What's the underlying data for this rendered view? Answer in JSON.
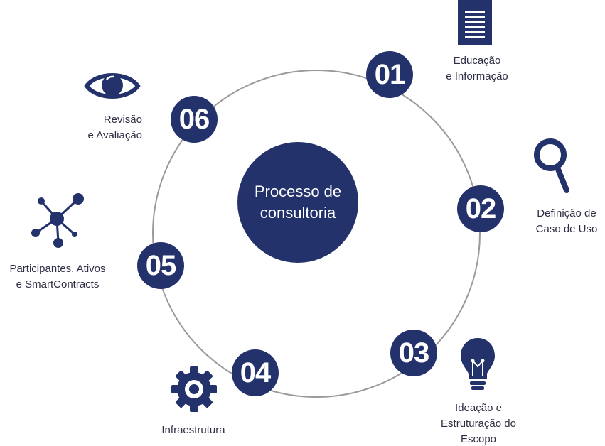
{
  "center": {
    "line1": "Processo de",
    "line2": "consultoria"
  },
  "steps": [
    {
      "number": "01",
      "line1": "Educação",
      "line2": "e Informação",
      "line3": "",
      "icon": "document-icon"
    },
    {
      "number": "02",
      "line1": "Definição de",
      "line2": "Caso de Uso",
      "line3": "",
      "icon": "magnifier-icon"
    },
    {
      "number": "03",
      "line1": "Ideação e",
      "line2": "Estruturação do",
      "line3": "Escopo",
      "icon": "lightbulb-icon"
    },
    {
      "number": "04",
      "line1": "Infraestrutura",
      "line2": "",
      "line3": "",
      "icon": "gear-icon"
    },
    {
      "number": "05",
      "line1": "Participantes, Ativos",
      "line2": "e SmartContracts",
      "line3": "",
      "icon": "network-icon"
    },
    {
      "number": "06",
      "line1": "Revisão",
      "line2": "e Avaliação",
      "line3": "",
      "icon": "eye-icon"
    }
  ],
  "colors": {
    "primary": "#24326b",
    "ring": "#9a9a9a",
    "text": "#2e2e45"
  }
}
